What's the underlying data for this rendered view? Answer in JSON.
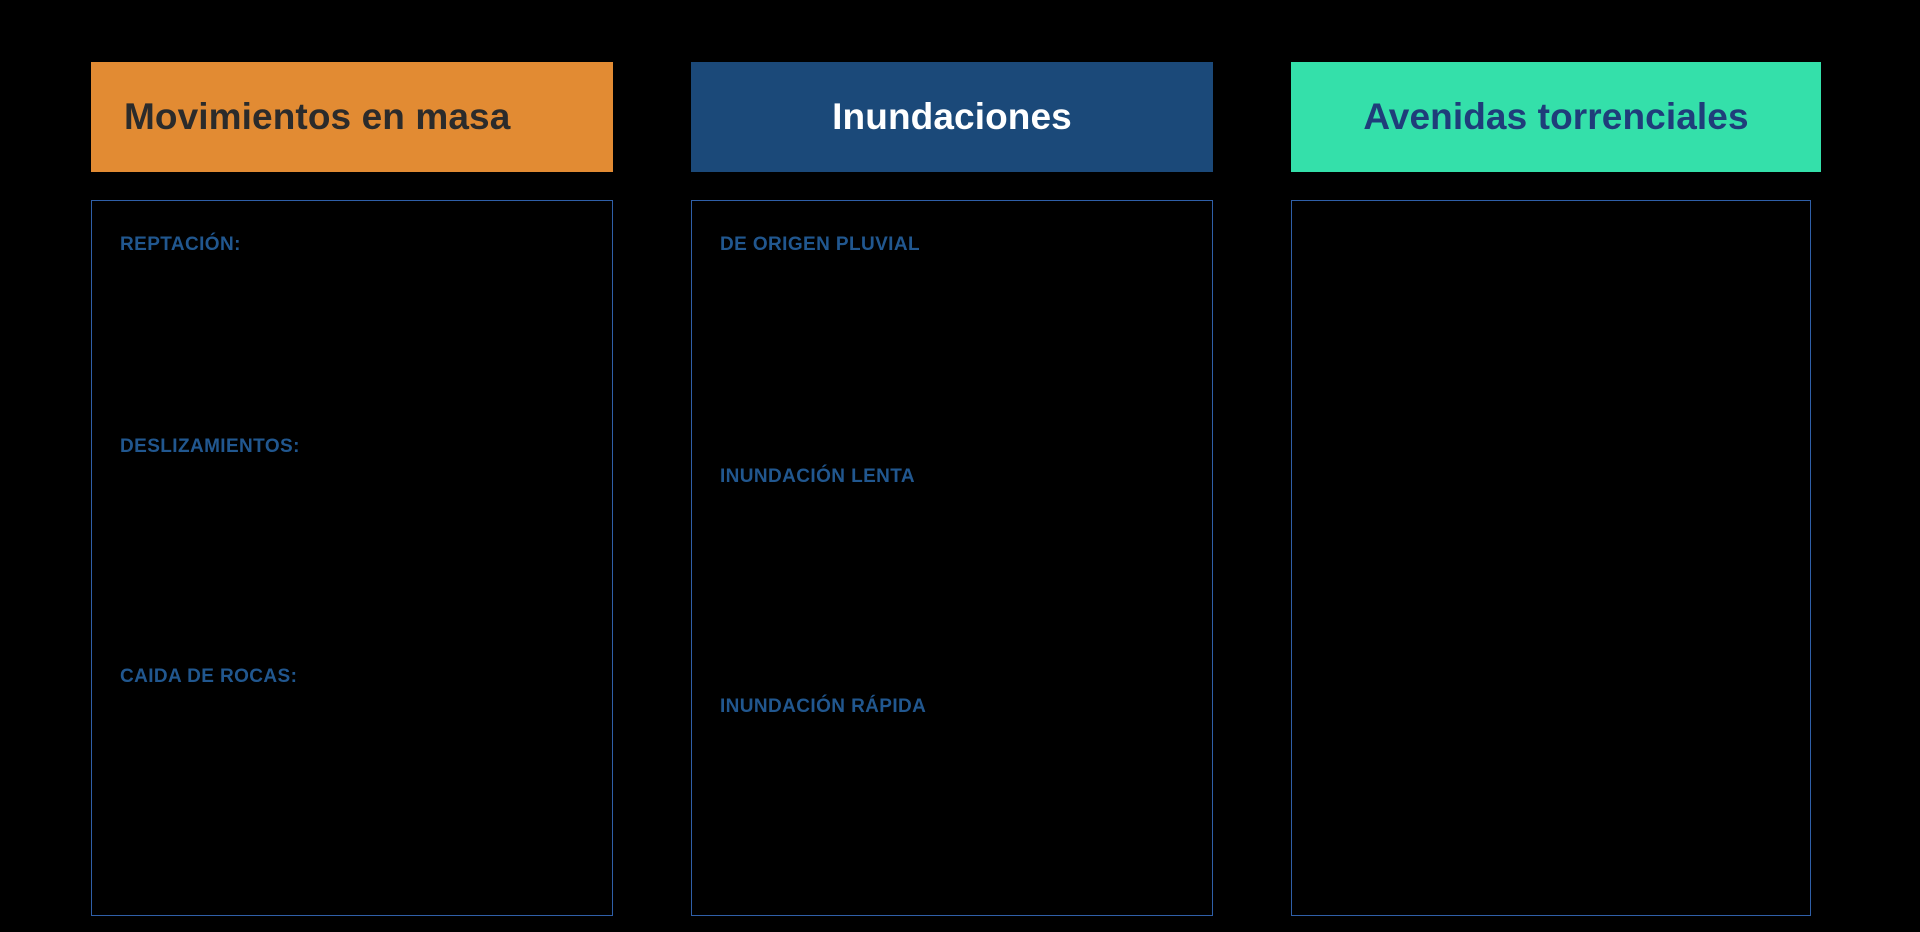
{
  "page": {
    "background_color": "#000000",
    "panel_border_color": "#2F5FA8",
    "item_text_color": "#21578F"
  },
  "columns": [
    {
      "id": "movimientos-en-masa",
      "header": {
        "title": "Movimientos en masa",
        "background_color": "#E28B33",
        "text_color": "#2B2B2B",
        "align": "left"
      },
      "items": [
        {
          "label": "REPTACIÓN:"
        },
        {
          "label": "DESLIZAMIENTOS:"
        },
        {
          "label": "CAIDA DE ROCAS:"
        }
      ]
    },
    {
      "id": "inundaciones",
      "header": {
        "title": "Inundaciones",
        "background_color": "#1B4979",
        "text_color": "#FFFFFF",
        "align": "center"
      },
      "items": [
        {
          "label": "DE ORIGEN PLUVIAL"
        },
        {
          "label": "INUNDACIÓN LENTA"
        },
        {
          "label": "INUNDACIÓN RÁPIDA"
        }
      ]
    },
    {
      "id": "avenidas-torrenciales",
      "header": {
        "title": "Avenidas torrenciales",
        "background_color": "#34E0AA",
        "text_color": "#1F3D7A",
        "align": "center"
      },
      "items": []
    }
  ]
}
